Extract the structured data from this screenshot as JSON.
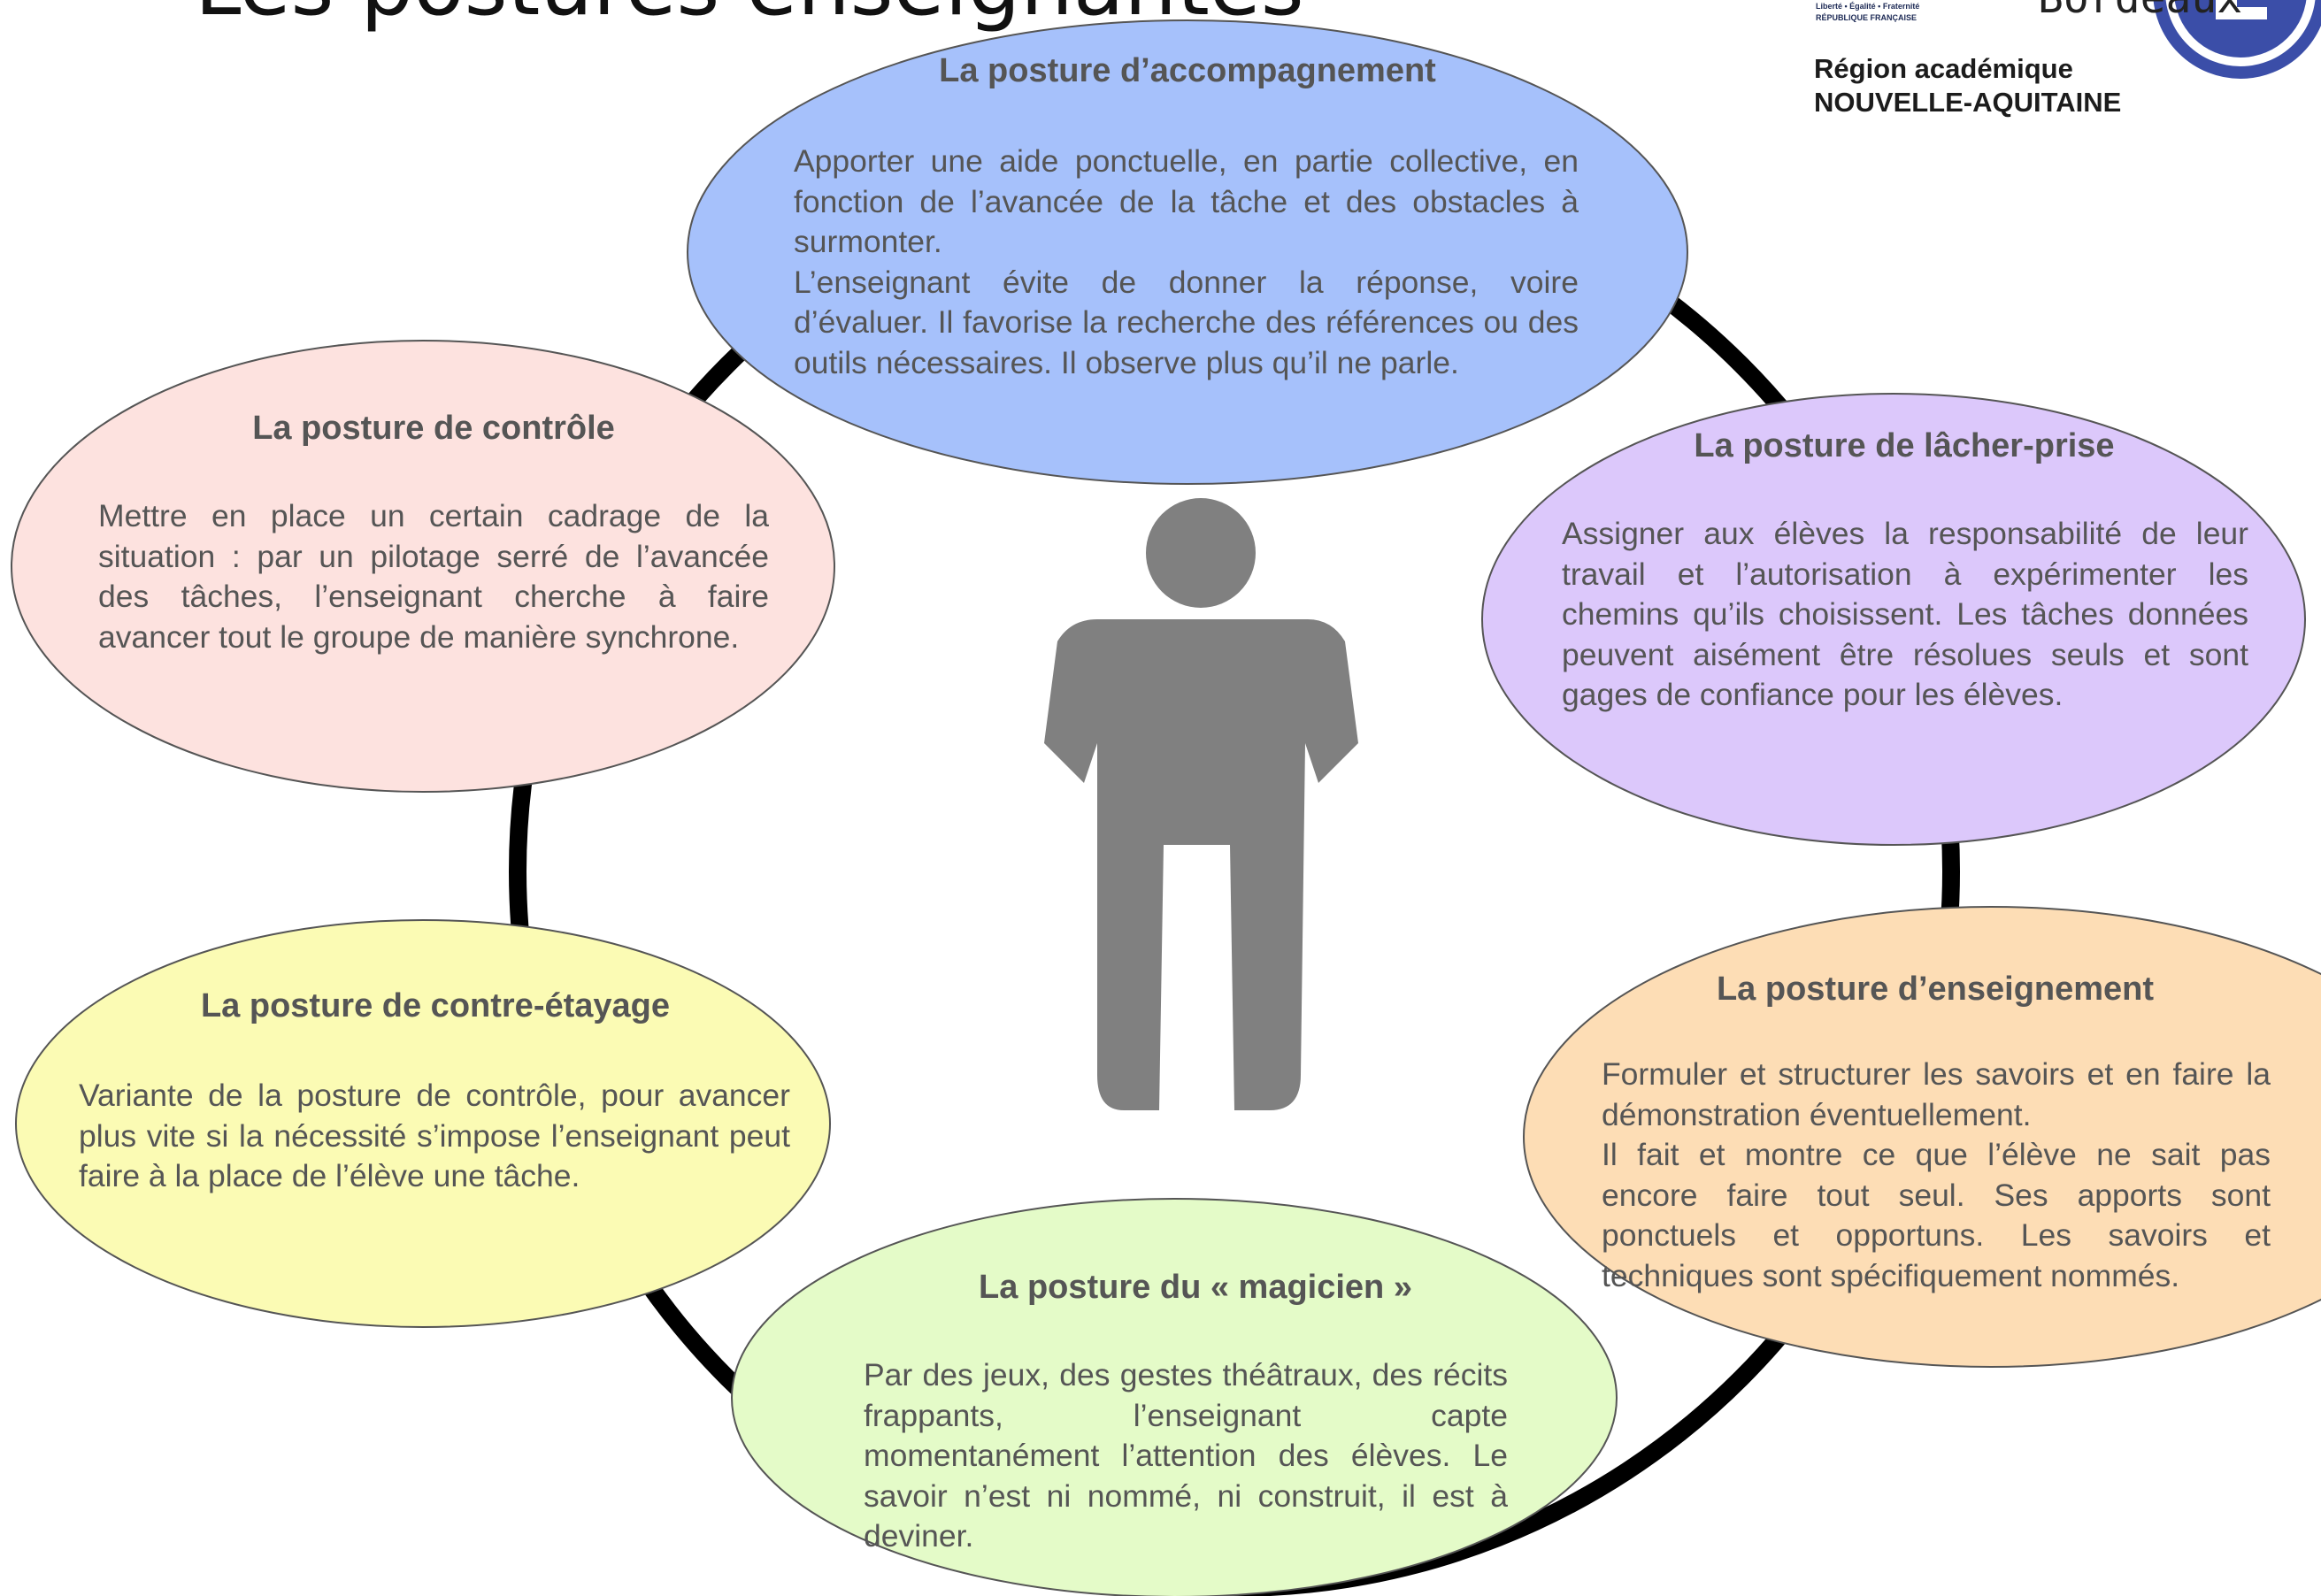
{
  "header": {
    "heading": "Les postures enseignantes",
    "logo": {
      "rf_line1": "Liberté • Égalité • Fraternité",
      "rf_line2": "RÉPUBLIQUE FRANÇAISE",
      "city": "Bordeaux",
      "region_line1": "Région académique",
      "region_line2": "NOUVELLE-AQUITAINE"
    }
  },
  "icons": {
    "center_figure": "person-standing-icon",
    "academy_logo": "academie-e-logo-icon"
  },
  "colors": {
    "ring": "#000000",
    "accompagnement": "#a6c1fb",
    "lacher_prise": "#dcc8fb",
    "enseignement": "#fdddb5",
    "magicien": "#e4fbc8",
    "contre_etayage": "#fbfbb4",
    "controle": "#fde2df",
    "figure": "#808080",
    "text": "#555555"
  },
  "postures": {
    "accompagnement": {
      "title": "La posture d’accompagnement",
      "text": "Apporter une aide ponctuelle, en partie collective, en fonction de l’avancée de la tâche et des obstacles à surmonter.\nL’enseignant évite de donner la réponse, voire d’évaluer. Il favorise la recherche des références ou des outils nécessaires. Il observe plus qu’il ne parle."
    },
    "lacher_prise": {
      "title": "La posture de lâcher-prise",
      "text": "Assigner aux élèves la responsabilité de leur travail et l’autorisation à expérimenter les chemins qu’ils choisissent. Les tâches données peuvent aisément être résolues seuls et sont gages de confiance pour les élèves."
    },
    "enseignement": {
      "title": "La posture d’enseignement",
      "text": "Formuler et structurer les savoirs et en faire la démonstration éventuellement.\nIl fait et montre ce que l’élève ne sait pas encore faire tout seul. Ses apports sont ponctuels et opportuns. Les savoirs et techniques sont spécifiquement nommés."
    },
    "magicien": {
      "title": "La posture du « magicien »",
      "text": "Par des jeux, des gestes théâtraux, des récits frappants, l’enseignant capte momentanément l’attention des élèves. Le savoir n’est ni nommé, ni construit, il est à deviner."
    },
    "contre_etayage": {
      "title": "La posture de contre-étayage",
      "text": "Variante de la posture de contrôle, pour avancer plus vite si la nécessité s’impose l’enseignant peut faire à la place de l’élève une tâche."
    },
    "controle": {
      "title": "La posture de contrôle",
      "text": "Mettre en place un certain cadrage de la situation : par un pilotage serré de l’avancée des tâches, l’enseignant cherche à faire avancer tout le groupe de manière synchrone."
    }
  }
}
